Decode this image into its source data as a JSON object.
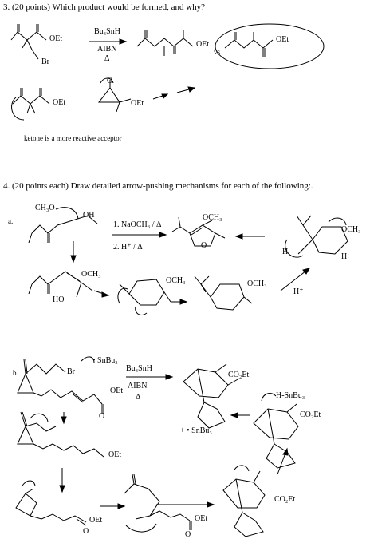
{
  "q3": {
    "title": "3.  (20 points) Which product would be formed, and why?",
    "reagent1": "Bu₃SnH",
    "reagent2": "AIBN",
    "heat": "Δ",
    "vs": "vs.",
    "ester_label": "OEt",
    "br_label": "Br",
    "ketone_o": "O",
    "note": "ketone is a more reactive acceptor"
  },
  "q4": {
    "title": "4.  (20 points each) Draw detailed arrow-pushing mechanisms for each of the following:.",
    "part_a": {
      "label": "a.",
      "methoxide": "CH₃O",
      "oh": "OH",
      "step1": "1. NaOCH₃ / Δ",
      "step2": "2. H⁺ / Δ",
      "och3": "OCH₃",
      "ho": "HO",
      "hplus": "H⁺",
      "h": "H",
      "o": "O"
    },
    "part_b": {
      "label": "b.",
      "snbu3_radical": "• SnBu₃",
      "reagent1": "Bu₃SnH",
      "reagent2": "AIBN",
      "heat": "Δ",
      "br": "Br",
      "oet": "OEt",
      "o": "O",
      "co2et": "CO₂Et",
      "h_snbu3": "H-SnBu₃",
      "plus_snbu3": "+  • SnBu₃"
    }
  }
}
